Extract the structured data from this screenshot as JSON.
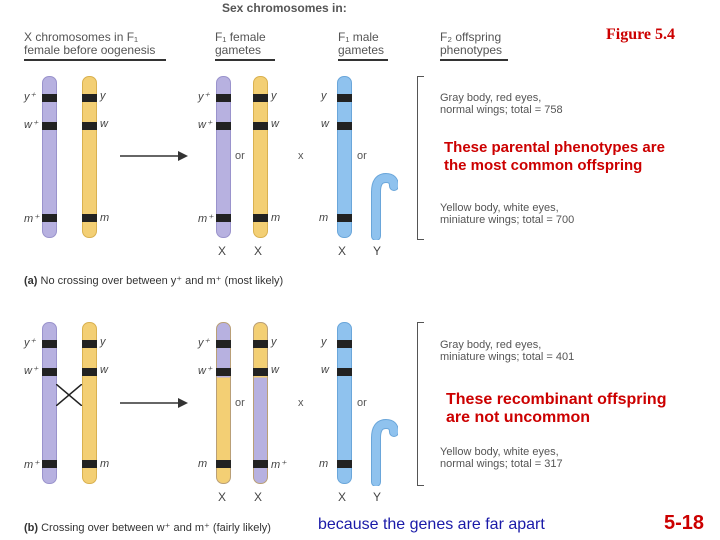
{
  "top_title": "Sex chromosomes in:",
  "columns": {
    "col1": "X chromosomes in F₁ female before oogenesis",
    "col1_line1": "X chromosomes in F₁",
    "col1_line2": "female before oogenesis",
    "col2_line1": "F₁ female",
    "col2_line2": "gametes",
    "col3_line1": "F₁ male",
    "col3_line2": "gametes",
    "col4_line1": "F₂ offspring",
    "col4_line2": "phenotypes"
  },
  "figure_label": "Figure 5.4",
  "genes": {
    "y_plus": "y⁺",
    "w_plus": "w⁺",
    "m_plus": "m⁺",
    "y": "y",
    "w": "w",
    "m": "m"
  },
  "symbols": {
    "or": "or",
    "times": "x",
    "X": "X",
    "Y": "Y"
  },
  "panel_a": {
    "pheno1_line1": "Gray body, red eyes,",
    "pheno1_line2": "normal wings; total = 758",
    "pheno2_line1": "Yellow body, white eyes,",
    "pheno2_line2": "miniature wings; total = 700",
    "note_line1": "These parental phenotypes are",
    "note_line2": "the most common offspring",
    "caption_tag": "(a)",
    "caption_text": " No crossing over between y⁺ and m⁺ (most likely)"
  },
  "panel_b": {
    "pheno1_line1": "Gray body, red eyes,",
    "pheno1_line2": "miniature wings; total = 401",
    "pheno2_line1": "Yellow body, white eyes,",
    "pheno2_line2": "normal wings; total = 317",
    "note_line1": "These recombinant offspring",
    "note_line2": "are not uncommon",
    "caption_tag": "(b)",
    "caption_text": " Crossing over between w⁺ and m⁺ (fairly likely)"
  },
  "bottom_note": "because the genes are far apart",
  "slide_number": "5-18"
}
